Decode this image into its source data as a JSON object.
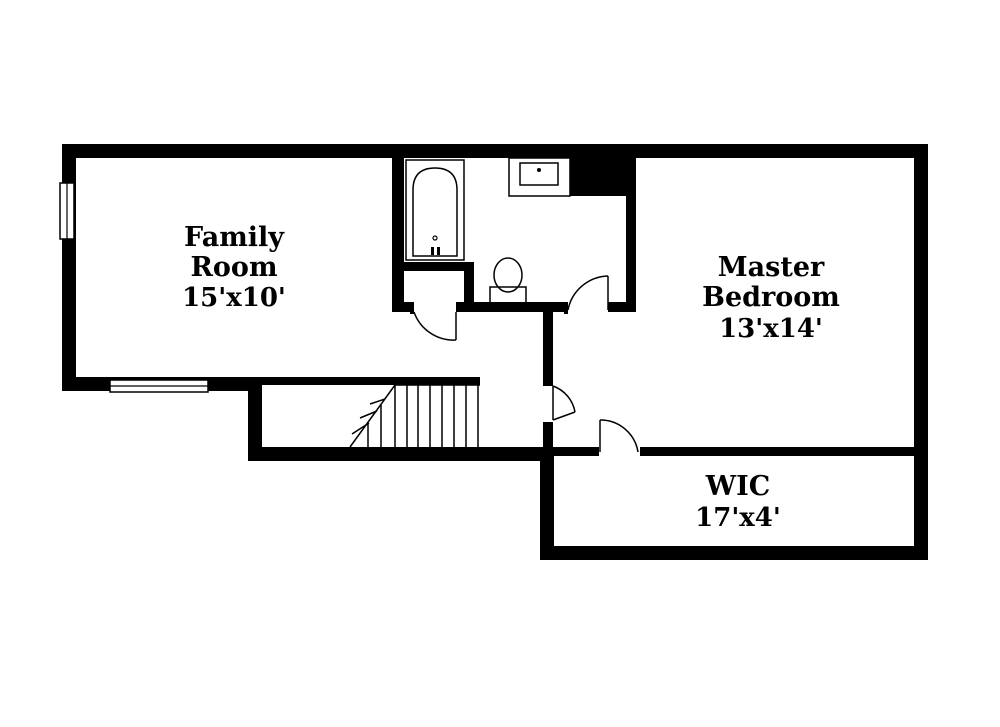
{
  "rooms": {
    "family_room": {
      "name_line1": "Family",
      "name_line2": "Room",
      "dimensions": "15'x10'"
    },
    "master_bedroom": {
      "name_line1": "Master",
      "name_line2": "Bedroom",
      "dimensions": "13'x14'"
    },
    "wic": {
      "name": "WIC",
      "dimensions": "17'x4'"
    }
  },
  "colors": {
    "wall": "#000000",
    "background": "#ffffff"
  }
}
